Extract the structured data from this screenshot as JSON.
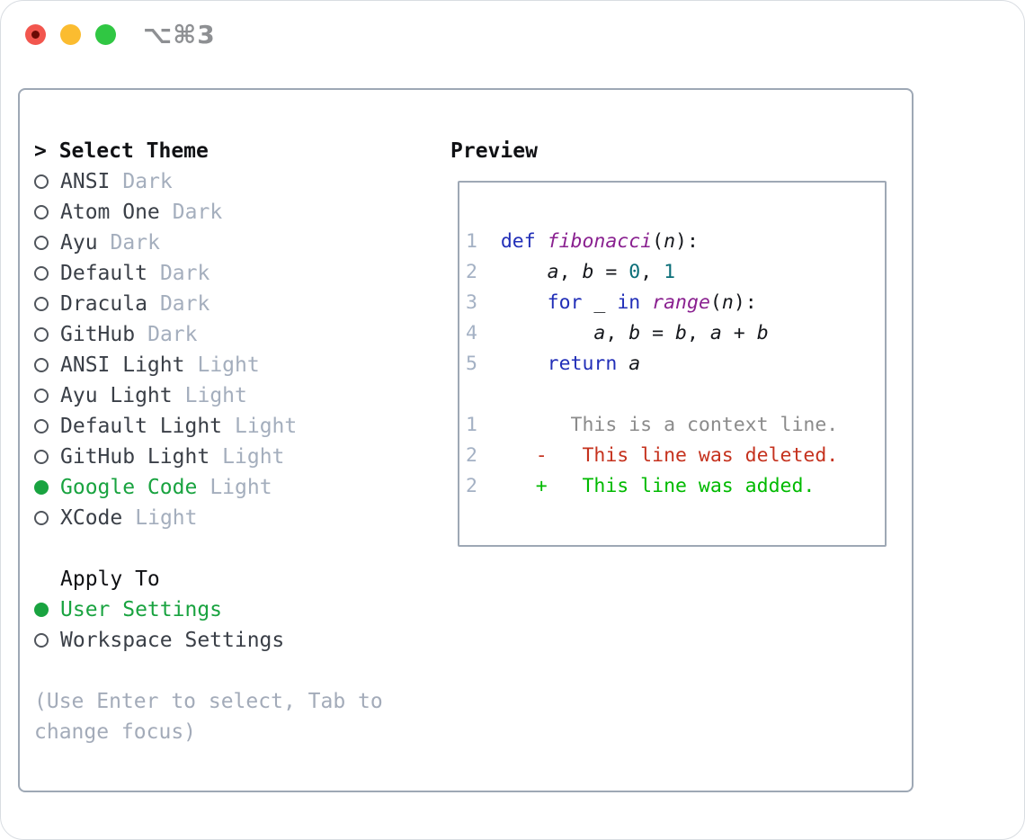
{
  "window": {
    "titlebar": {
      "shortcut": "⌥⌘3",
      "traffic_lights": [
        {
          "name": "close",
          "has_unsaved_dot": true
        },
        {
          "name": "minimize",
          "has_unsaved_dot": false
        },
        {
          "name": "zoom",
          "has_unsaved_dot": false
        }
      ]
    }
  },
  "theme_picker": {
    "header_prefix": "> ",
    "header": "Select Theme",
    "themes": [
      {
        "name": "ANSI",
        "variant": "Dark",
        "selected": false
      },
      {
        "name": "Atom One",
        "variant": "Dark",
        "selected": false
      },
      {
        "name": "Ayu",
        "variant": "Dark",
        "selected": false
      },
      {
        "name": "Default",
        "variant": "Dark",
        "selected": false
      },
      {
        "name": "Dracula",
        "variant": "Dark",
        "selected": false
      },
      {
        "name": "GitHub",
        "variant": "Dark",
        "selected": false
      },
      {
        "name": "ANSI Light",
        "variant": "Light",
        "selected": false
      },
      {
        "name": "Ayu Light",
        "variant": "Light",
        "selected": false
      },
      {
        "name": "Default Light",
        "variant": "Light",
        "selected": false
      },
      {
        "name": "GitHub Light",
        "variant": "Light",
        "selected": false
      },
      {
        "name": "Google Code",
        "variant": "Light",
        "selected": true
      },
      {
        "name": "XCode",
        "variant": "Light",
        "selected": false
      }
    ],
    "apply_to": {
      "header": "Apply To",
      "options": [
        {
          "name": "User Settings",
          "selected": true
        },
        {
          "name": "Workspace Settings",
          "selected": false
        }
      ]
    },
    "help_lines": [
      "(Use Enter to select, Tab to",
      "change focus)"
    ]
  },
  "preview": {
    "title": "Preview",
    "code_lines": [
      [
        [
          "1  ",
          "ln"
        ],
        [
          "def",
          "kw"
        ],
        [
          " ",
          "pl"
        ],
        [
          "fibonacci",
          "fn"
        ],
        [
          "(",
          "pl"
        ],
        [
          "n",
          "var"
        ],
        [
          "):",
          "pl"
        ]
      ],
      [
        [
          "2",
          "ln"
        ],
        [
          "      ",
          "pl"
        ],
        [
          "a",
          "var"
        ],
        [
          ", ",
          "pl"
        ],
        [
          "b",
          "var"
        ],
        [
          " = ",
          "pl"
        ],
        [
          "0",
          "num"
        ],
        [
          ", ",
          "pl"
        ],
        [
          "1",
          "num"
        ]
      ],
      [
        [
          "3",
          "ln"
        ],
        [
          "      ",
          "pl"
        ],
        [
          "for",
          "kw"
        ],
        [
          " ",
          "pl"
        ],
        [
          "_",
          "var"
        ],
        [
          " ",
          "pl"
        ],
        [
          "in",
          "kw"
        ],
        [
          " ",
          "pl"
        ],
        [
          "range",
          "fn"
        ],
        [
          "(",
          "pl"
        ],
        [
          "n",
          "var"
        ],
        [
          "):",
          "pl"
        ]
      ],
      [
        [
          "4",
          "ln"
        ],
        [
          "          ",
          "pl"
        ],
        [
          "a",
          "var"
        ],
        [
          ", ",
          "pl"
        ],
        [
          "b",
          "var"
        ],
        [
          " = ",
          "pl"
        ],
        [
          "b",
          "var"
        ],
        [
          ", ",
          "pl"
        ],
        [
          "a",
          "var"
        ],
        [
          " + ",
          "pl"
        ],
        [
          "b",
          "var"
        ]
      ],
      [
        [
          "5",
          "ln"
        ],
        [
          "      ",
          "pl"
        ],
        [
          "return",
          "kw"
        ],
        [
          " ",
          "pl"
        ],
        [
          "a",
          "var"
        ]
      ],
      [],
      [
        [
          "1",
          "ln"
        ],
        [
          "        ",
          "pl"
        ],
        [
          "This is a context line.",
          "ctx"
        ]
      ],
      [
        [
          "2",
          "ln"
        ],
        [
          "     ",
          "pl"
        ],
        [
          "-   This line was deleted.",
          "del"
        ]
      ],
      [
        [
          "2",
          "ln"
        ],
        [
          "     ",
          "pl"
        ],
        [
          "+   This line was added.",
          "add"
        ]
      ]
    ]
  },
  "colors": {
    "accent_green": "#19a340",
    "item_text": "#3a3f47",
    "item_variant": "#a4aebd",
    "help_text": "#a3abb9",
    "header_text": "#101114",
    "panel_border": "#9ea8b5",
    "radio_ring": "#50555c",
    "line_number": "#a4b1c4",
    "keyword": "#222fb8",
    "function_name": "#8a2190",
    "number_literal": "#0a6e78",
    "code_text": "#16181d",
    "context": "#8b8b8b",
    "deleted": "#c5321e",
    "added": "#00ba00",
    "shortcut": "#8e9093",
    "tl_close": "#f2564e",
    "tl_close_dot": "#6b0a04",
    "tl_min": "#fbbc30",
    "tl_zoom": "#30c743"
  }
}
